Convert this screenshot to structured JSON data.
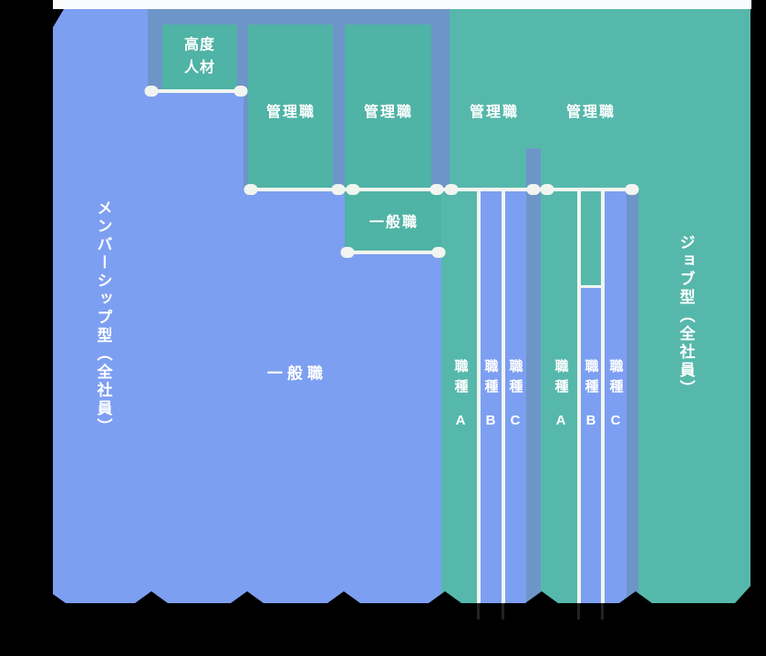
{
  "diagram": {
    "top_strip": "",
    "membership_region_label": "メンバーシップ型（全社員）",
    "job_region_label": "ジョブ型（全社員）",
    "advanced_talent_lines": [
      "高度",
      "人材"
    ],
    "manager_labels": [
      "管理職",
      "管理職",
      "管理職",
      "管理職"
    ],
    "general_staff_box_label": "一般職",
    "general_staff_main_label": "一般職",
    "job_columns": [
      {
        "kanji": "職種",
        "letter": "A"
      },
      {
        "kanji": "職種",
        "letter": "B"
      },
      {
        "kanji": "職種",
        "letter": "C"
      },
      {
        "kanji": "職種",
        "letter": "A"
      },
      {
        "kanji": "職種",
        "letter": "B"
      },
      {
        "kanji": "職種",
        "letter": "C"
      }
    ],
    "colors": {
      "membership_blue": "#7d9ff2",
      "job_teal": "#56b8ab",
      "box_teal": "#4fb3a5",
      "overlap_steel": "#6e95c8",
      "line_white": "#f1f5f0"
    }
  }
}
